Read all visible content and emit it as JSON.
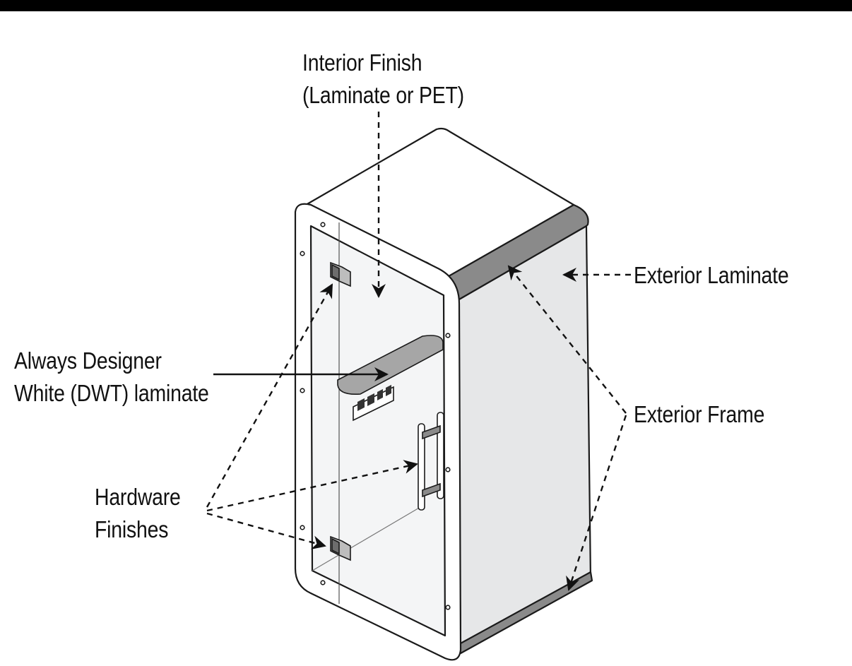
{
  "diagram": {
    "labels": {
      "interior_finish": {
        "line1": "Interior Finish",
        "line2": "(Laminate or PET)"
      },
      "exterior_laminate": "Exterior Laminate",
      "always_designer_white": {
        "line1": "Always Designer",
        "line2": "White (DWT) laminate"
      },
      "exterior_frame": "Exterior Frame",
      "hardware_finishes": {
        "line1": "Hardware",
        "line2": "Finishes"
      }
    },
    "colors": {
      "top_bar": "#000000",
      "outline": "#1a1a1a",
      "panel_light": "#ffffff",
      "side_panel": "#e6e7e8",
      "frame_band": "#8c8c8c",
      "shelf": "#a6a6a6",
      "glass": "#f4f5f6"
    }
  }
}
